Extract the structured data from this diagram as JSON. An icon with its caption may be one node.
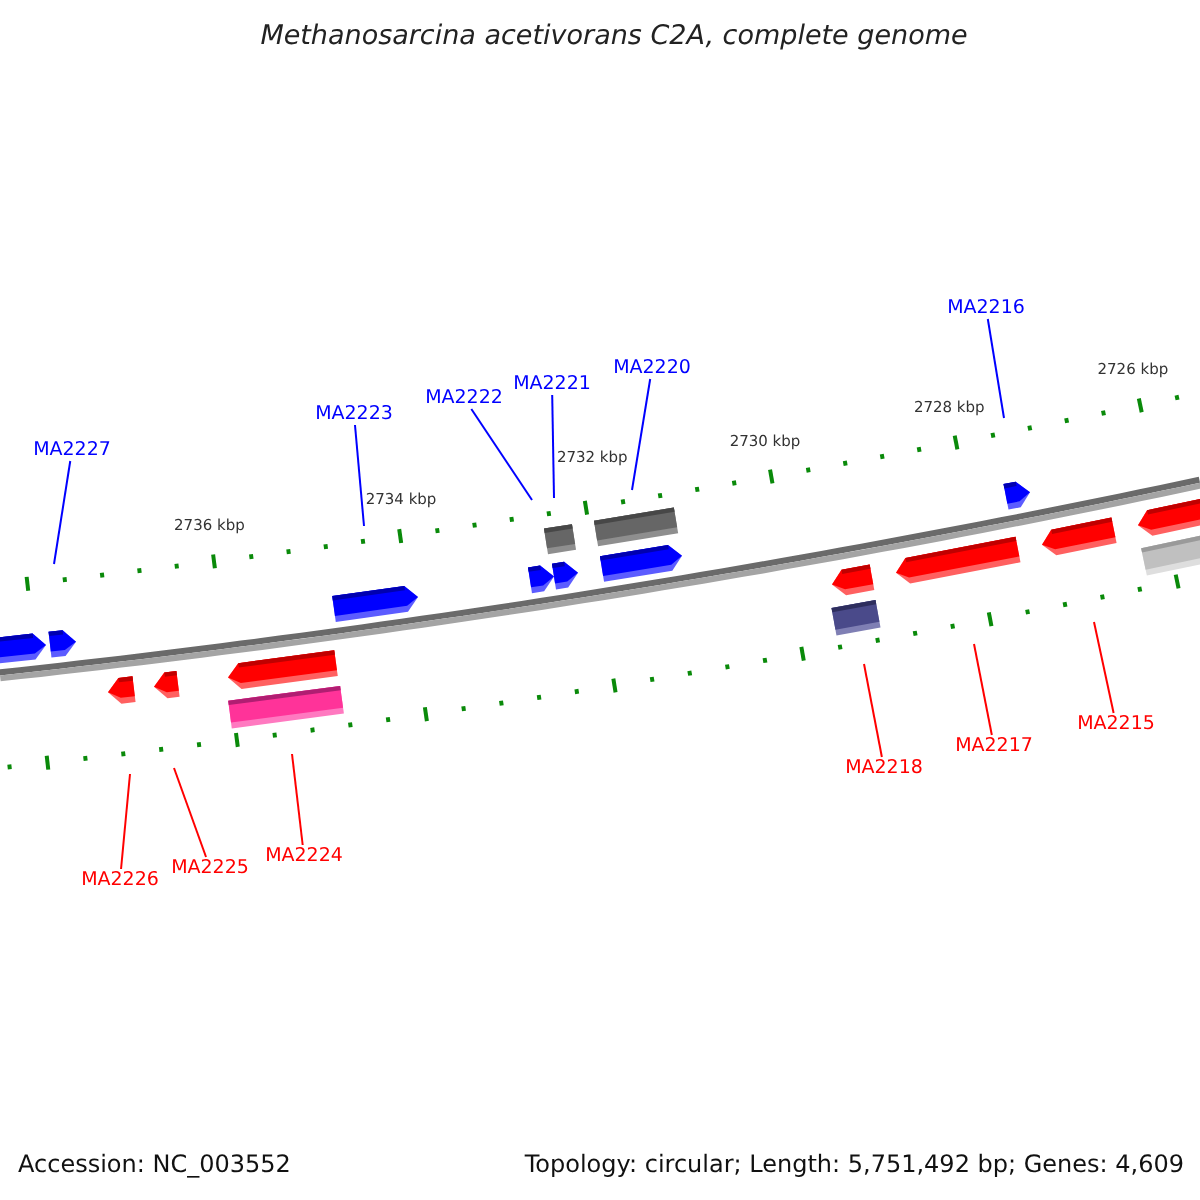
{
  "diagram": {
    "title": "Methanosarcina acetivorans C2A, complete genome",
    "nodes": [
      {
        "text": [
          "MA2227"
        ]
      },
      {
        "text": [
          "MA2223"
        ]
      },
      {
        "text": [
          "MA2222"
        ]
      },
      {
        "text": [
          "MA2221"
        ]
      },
      {
        "text": [
          "MA2220"
        ]
      },
      {
        "text": [
          "MA2216"
        ]
      },
      {
        "text": [
          "MA2226"
        ]
      },
      {
        "text": [
          "MA2225"
        ]
      },
      {
        "text": [
          "MA2224"
        ]
      },
      {
        "text": [
          "MA2218"
        ]
      },
      {
        "text": [
          "MA2217"
        ]
      },
      {
        "text": [
          "MA2215"
        ]
      }
    ],
    "edges": [
      {
        "from": 0,
        "to": null,
        "arrow": "none"
      },
      {
        "from": 1,
        "to": null,
        "arrow": "none"
      },
      {
        "from": 2,
        "to": null,
        "arrow": "none"
      },
      {
        "from": 3,
        "to": null,
        "arrow": "none"
      },
      {
        "from": 4,
        "to": null,
        "arrow": "none"
      },
      {
        "from": 5,
        "to": null,
        "arrow": "none"
      },
      {
        "from": 6,
        "to": null,
        "arrow": "none",
        "color": "#ff0000"
      },
      {
        "from": 7,
        "to": null,
        "arrow": "none",
        "color": "#ff0000"
      },
      {
        "from": 8,
        "to": null,
        "arrow": "none",
        "color": "#ff0000"
      },
      {
        "from": 9,
        "to": null,
        "arrow": "none",
        "color": "#ff0000"
      },
      {
        "from": 10,
        "to": null,
        "arrow": "none",
        "color": "#ff0000"
      },
      {
        "from": 11,
        "to": null,
        "arrow": "none",
        "color": "#ff0000"
      }
    ],
    "labels": [
      "2736 kbp",
      "2734 kbp",
      "2732 kbp",
      "2730 kbp",
      "2728 kbp",
      "2726 kbp",
      "Accession: NC_003552",
      "Topology: circular; Length: 5,751,492 bp; Genes: 4,609"
    ]
  }
}
